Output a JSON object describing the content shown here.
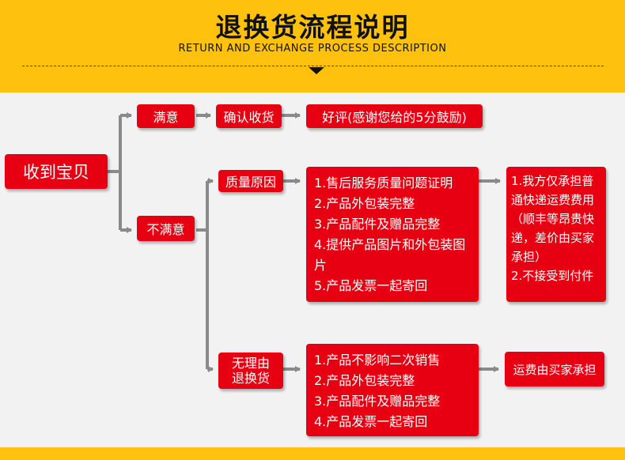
{
  "header": {
    "title": "退换货流程说明",
    "subtitle": "RETURN AND EXCHANGE PROCESS DESCRIPTION"
  },
  "colors": {
    "header_bg": "#fec20e",
    "box_red": "#e60012",
    "connector_gray": "#8a8a8a",
    "background": "#f2f2f2"
  },
  "flow": {
    "root": "收到宝贝",
    "satisfied": {
      "label": "满意",
      "step": "确认收货",
      "result": "好评(感谢您给的5分鼓励)"
    },
    "unsatisfied": {
      "label": "不满意",
      "quality": {
        "label": "质量原因",
        "requirements": [
          "1.售后服务质量问题证明",
          "2.产品外包装完整",
          "3.产品配件及赠品完整",
          "4.提供产品图片和外包装图片",
          "5.产品发票一起寄回"
        ],
        "notes": [
          "1.我方仅承担普通快递运费费用（顺丰等昂贵快递，差价由买家承担）",
          "2.不接受到付件"
        ]
      },
      "no_reason": {
        "label_line1": "无理由",
        "label_line2": "退换货",
        "requirements": [
          "1.产品不影响二次销售",
          "2.产品外包装完整",
          "3.产品配件及赠品完整",
          "4.产品发票一起寄回"
        ],
        "result": "运费由买家承担"
      }
    }
  }
}
